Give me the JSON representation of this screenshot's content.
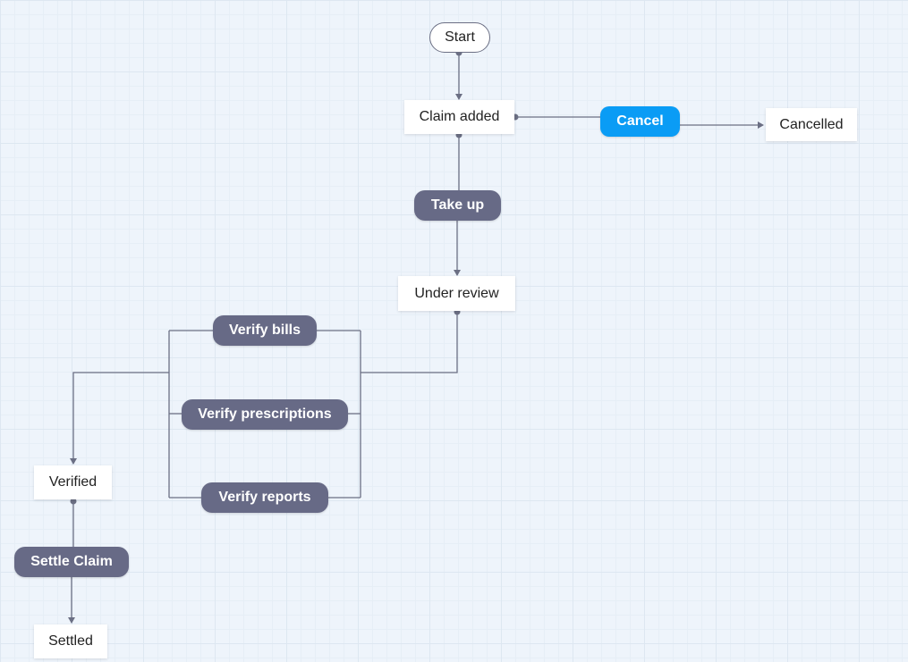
{
  "diagram": {
    "start": "Start",
    "states": {
      "claim_added": "Claim added",
      "cancelled": "Cancelled",
      "under_review": "Under review",
      "verified": "Verified",
      "settled": "Settled"
    },
    "actions": {
      "cancel": "Cancel",
      "take_up": "Take up",
      "verify_bills": "Verify bills",
      "verify_prescriptions": "Verify prescriptions",
      "verify_reports": "Verify reports",
      "settle_claim": "Settle Claim"
    },
    "colors": {
      "edge": "#6b6f84",
      "action": "#676a86",
      "primary_action": "#0a9cf5",
      "state": "#ffffff"
    }
  }
}
